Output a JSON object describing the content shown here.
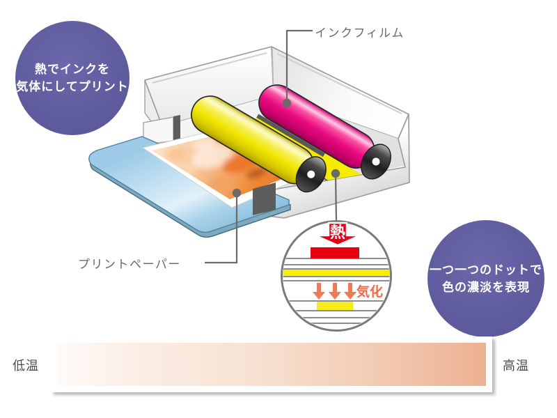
{
  "callouts": {
    "left": {
      "line1": "熱でインクを",
      "line2": "気体にしてプリント"
    },
    "right": {
      "line1": "一つ一つのドットで",
      "line2": "色の濃淡を表現"
    }
  },
  "labels": {
    "ink_film": "インクフィルム",
    "print_paper": "プリントペーパー"
  },
  "magnifier": {
    "heat": "熱",
    "vaporization": "気化"
  },
  "temperature_bar": {
    "left_label": "低温",
    "right_label": "高温"
  },
  "colors": {
    "callout_purple": "#5f5d9e",
    "ink_film_magenta": "#e6007f",
    "roller_yellow": "#f0e600",
    "tray_blue": "#a5cfe8",
    "heat_red": "#e60012",
    "vapor_orange": "#ef7a57",
    "bar_gradient_left": "#fdfaf7",
    "bar_gradient_right": "#edb092"
  }
}
